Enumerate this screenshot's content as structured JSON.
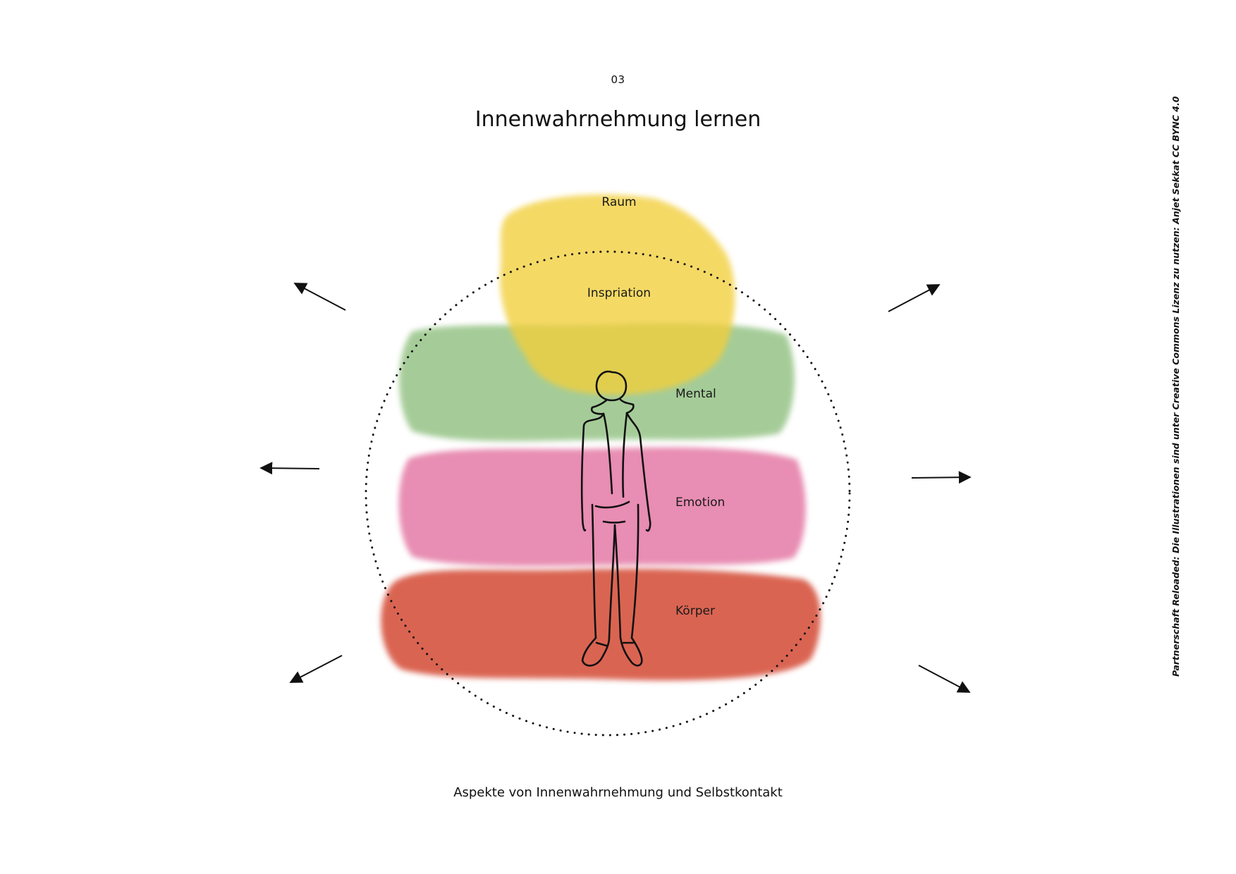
{
  "page": {
    "number": "03",
    "title": "Innenwahrnehmung lernen",
    "caption": "Aspekte von Innenwahrnehmung und Selbstkontakt",
    "credit": "Partnerschaft Reloaded: Die Illustrationen sind unter Creative Commons Lizenz zu nutzen: Anjet Sekkat CC BYNC 4.0"
  },
  "diagram": {
    "labels": {
      "raum": "Raum",
      "inspiration": "Inspriation",
      "mental": "Mental",
      "emotion": "Emotion",
      "koerper": "Körper"
    },
    "colors": {
      "inspiration": "#f2cf3a",
      "mental": "#8fc07f",
      "emotion": "#e47aa6",
      "koerper": "#d5503a",
      "outline": "#111111"
    }
  }
}
